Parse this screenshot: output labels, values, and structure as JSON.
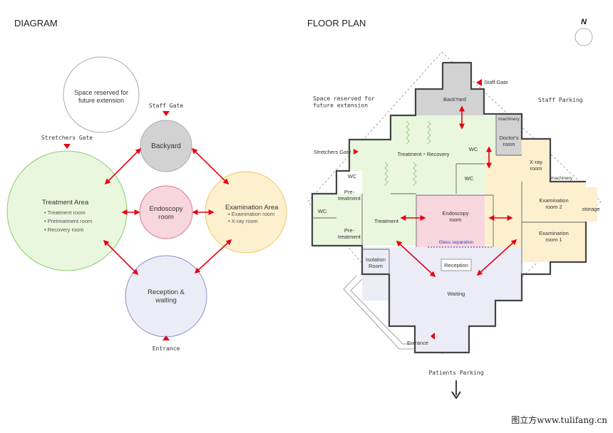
{
  "titles": {
    "diagram": "DIAGRAM",
    "floor_plan": "FLOOR PLAN"
  },
  "colors": {
    "arrow": "#e60012",
    "gate": "#e60012",
    "treatment_fill": "#e8f7de",
    "treatment_stroke": "#8dcc6f",
    "endoscopy_fill": "#f7d6dd",
    "endoscopy_stroke": "#e07a92",
    "exam_fill": "#fdf0cf",
    "exam_stroke": "#f0c866",
    "reception_fill": "#ececf7",
    "reception_stroke": "#8f8fc8",
    "backyard_fill": "#d2d2d2",
    "backyard_stroke": "#a8a8a8",
    "future_stroke": "#aaaaaa",
    "wall": "#444444"
  },
  "diagram": {
    "future": "Space reserved for future extension",
    "staff_gate": "Staff Gate",
    "stretchers_gate": "Stretchers Gate",
    "entrance": "Entrance",
    "backyard": "Backyard",
    "endoscopy": "Endoscopy room",
    "treatment": {
      "title": "Treatment Area",
      "items": [
        "• Treatment room",
        "• Pretreatment room",
        "• Recovery room"
      ]
    },
    "examination": {
      "title": "Examination Area",
      "items": [
        "• Examination room",
        "• X-ray room"
      ]
    },
    "reception": "Reception & waiting"
  },
  "plan": {
    "north": "N",
    "future": "Space reserved for future extension",
    "staff_gate": "Staff Gate",
    "staff_parking": "Staff Parking",
    "stretchers_gate": "Stretchers Gate",
    "patients_parking": "Patients Parking",
    "entrance": "Entrance",
    "rooms": {
      "backyard": "BackYard",
      "machinery_top": "machinery",
      "doctors_room": "Doctor's room",
      "treatment_recovery": "Treatment・Recovery",
      "wc_1": "WC",
      "wc_2": "WC",
      "wc_3": "WC",
      "wc_4": "WC",
      "xray": "X-ray room",
      "machinery_right": "machinery",
      "pretreatment_1": "Pre- treatment",
      "pretreatment_2": "Pre- treatment",
      "treatment": "Treatment",
      "endoscopy": "Endoscopy room",
      "glass": "Glass separation",
      "exam2": "Examination room 2",
      "exam1": "Examinarion room 1",
      "storage": "storage",
      "isolation": "Isolation Room",
      "reception": "Reception",
      "waiting": "Waiting"
    }
  },
  "watermark": "图立方www.tulifang.cn"
}
